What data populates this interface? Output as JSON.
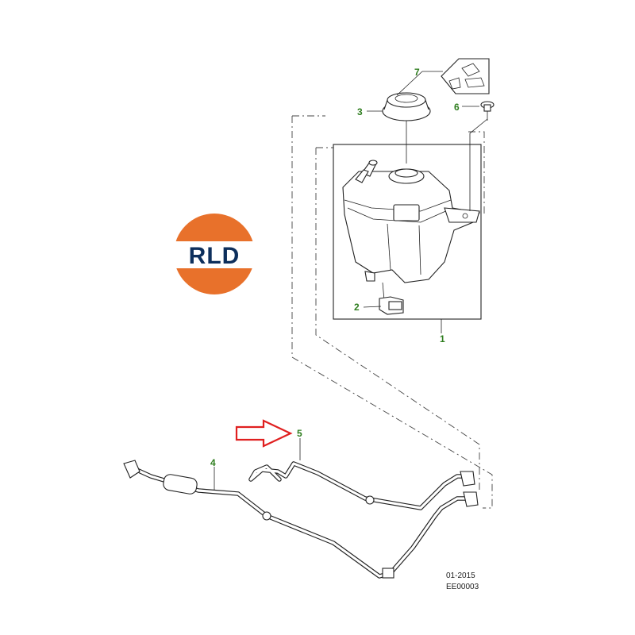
{
  "logo": {
    "text": "RLD",
    "colors": {
      "orange": "#e8712b",
      "navy": "#0d2f5c"
    }
  },
  "callouts": {
    "c1": "1",
    "c2": "2",
    "c3": "3",
    "c4": "4",
    "c5": "5",
    "c6": "6",
    "c7": "7"
  },
  "footer": {
    "date": "01-2015",
    "code": "EE00003"
  },
  "colors": {
    "callout": "#2e7d1e",
    "arrow": "#e02020",
    "lines": "#222222"
  },
  "highlight_arrow": {
    "points_to": "5",
    "icon": "arrow-right-icon"
  }
}
